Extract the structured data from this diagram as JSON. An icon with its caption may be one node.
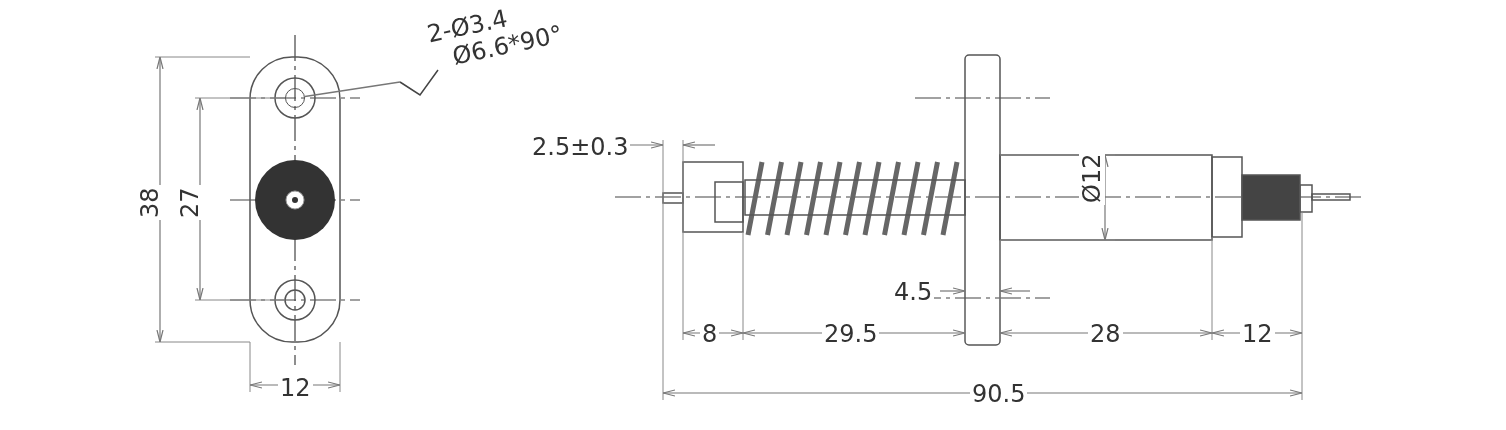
{
  "diagram": {
    "nodes": [
      {
        "text": [
          "2-Ø3.4",
          "Ø6.6*90°"
        ]
      },
      {
        "text": [],
        "shape": "circle"
      }
    ],
    "edges": [
      {
        "from": 0,
        "to": 1,
        "arrow": "none"
      }
    ],
    "labels": [
      "38",
      "27",
      "12",
      "2.5±0.3",
      "Ø12",
      "4.5",
      "8",
      "29.5",
      "28",
      "12",
      "90.5"
    ]
  }
}
